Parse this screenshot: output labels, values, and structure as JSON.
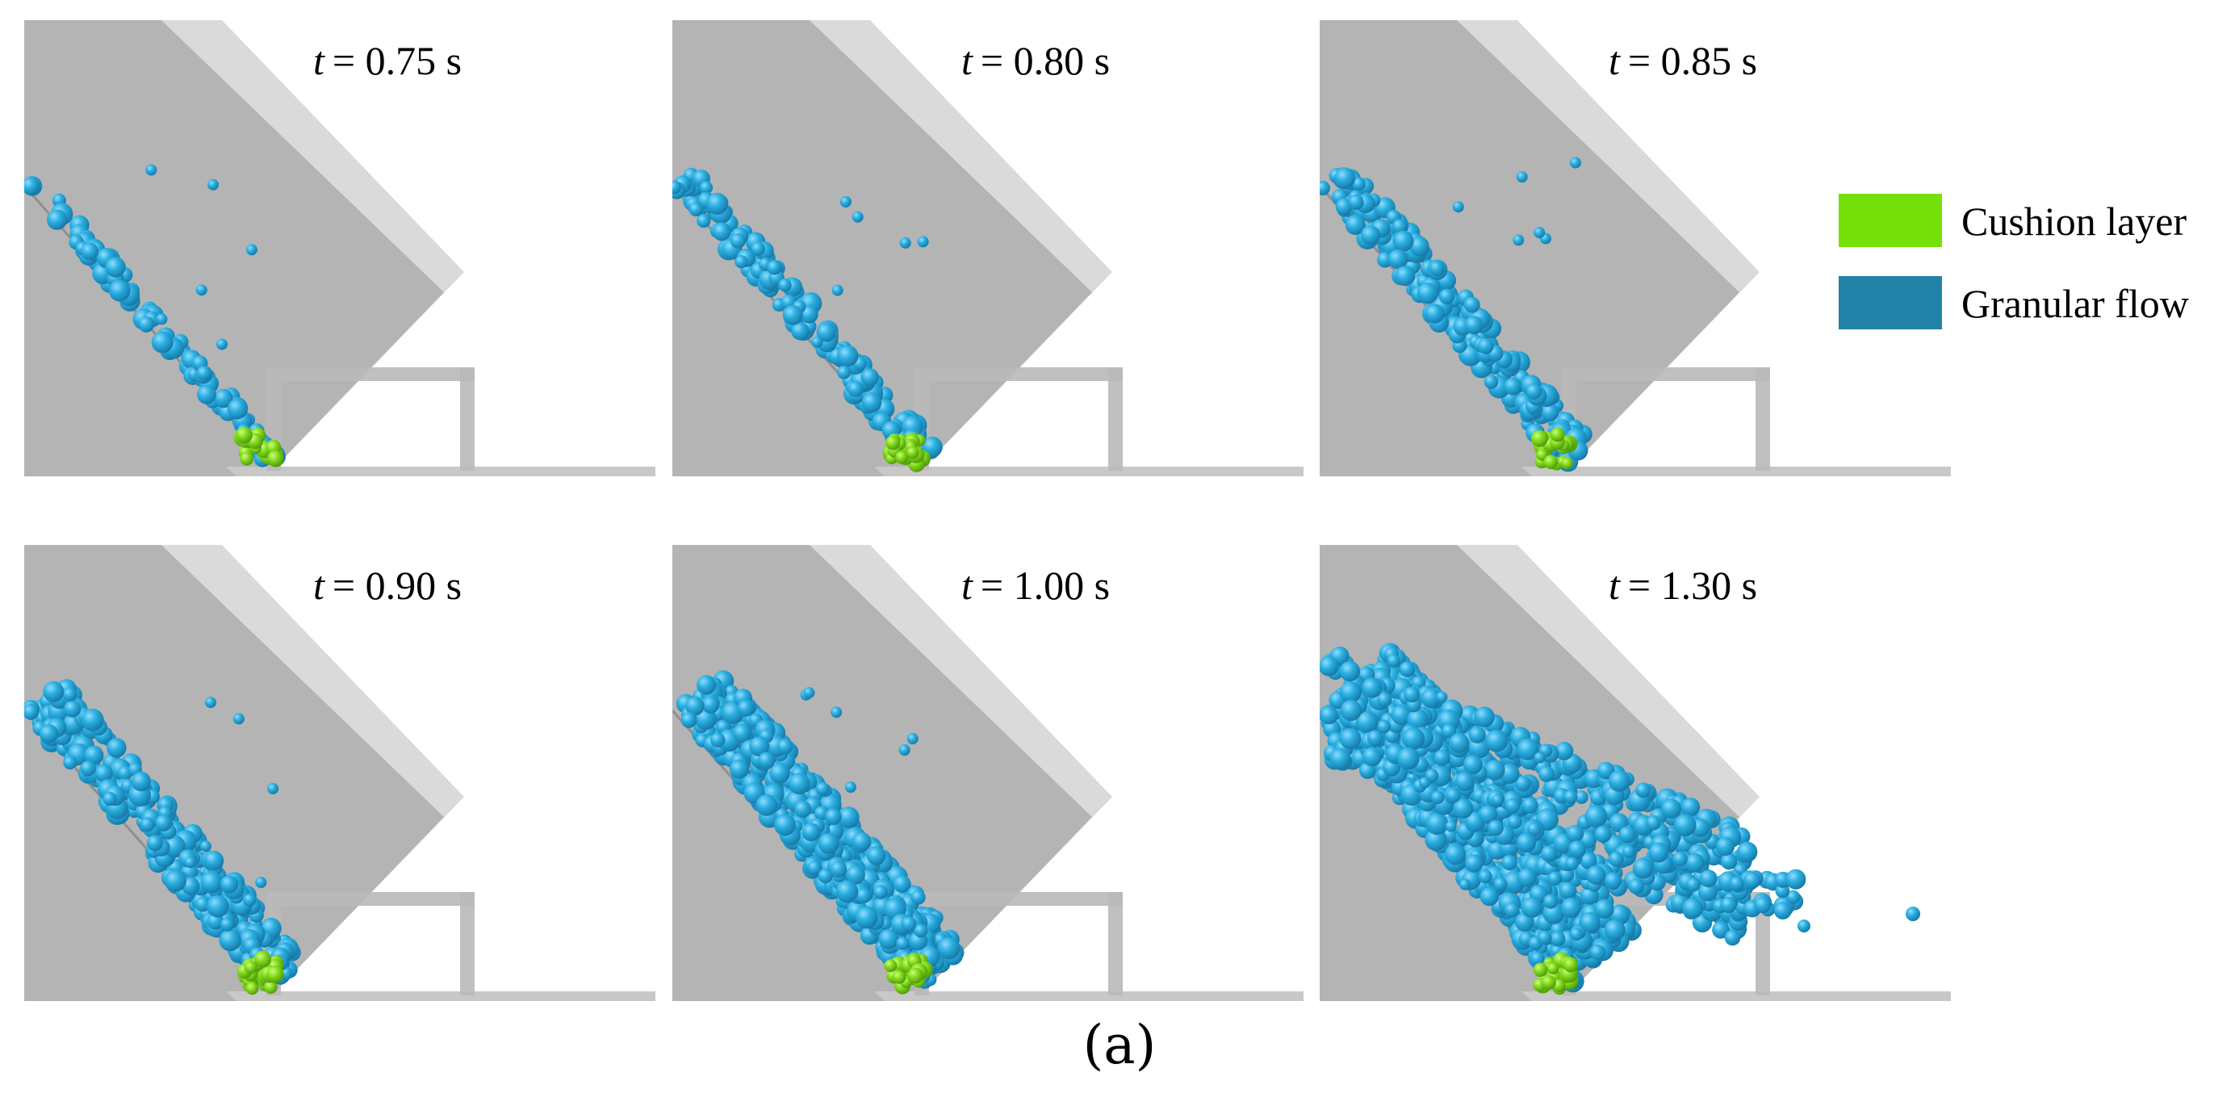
{
  "panels": [
    {
      "time_var": "t",
      "time_value": "= 0.75 s",
      "stage": 0
    },
    {
      "time_var": "t",
      "time_value": "= 0.80 s",
      "stage": 1
    },
    {
      "time_var": "t",
      "time_value": "= 0.85 s",
      "stage": 2
    },
    {
      "time_var": "t",
      "time_value": "= 0.90 s",
      "stage": 3
    },
    {
      "time_var": "t",
      "time_value": "= 1.00 s",
      "stage": 4
    },
    {
      "time_var": "t",
      "time_value": "= 1.30 s",
      "stage": 5
    }
  ],
  "legend": [
    {
      "label": "Cushion layer",
      "color": "#76e00b"
    },
    {
      "label": "Granular flow",
      "color": "#2282a8"
    }
  ],
  "caption": "(a)",
  "colors": {
    "particle": "#2aaee0",
    "particle_dark": "#1b86b6",
    "cushion": "#80dc1a",
    "cushion_dark": "#55a80e",
    "channel_back": "#d4d4d4",
    "channel_front": "#a9a9a9",
    "structure": "#b9b9b9",
    "ground": "#c8c8c8"
  }
}
